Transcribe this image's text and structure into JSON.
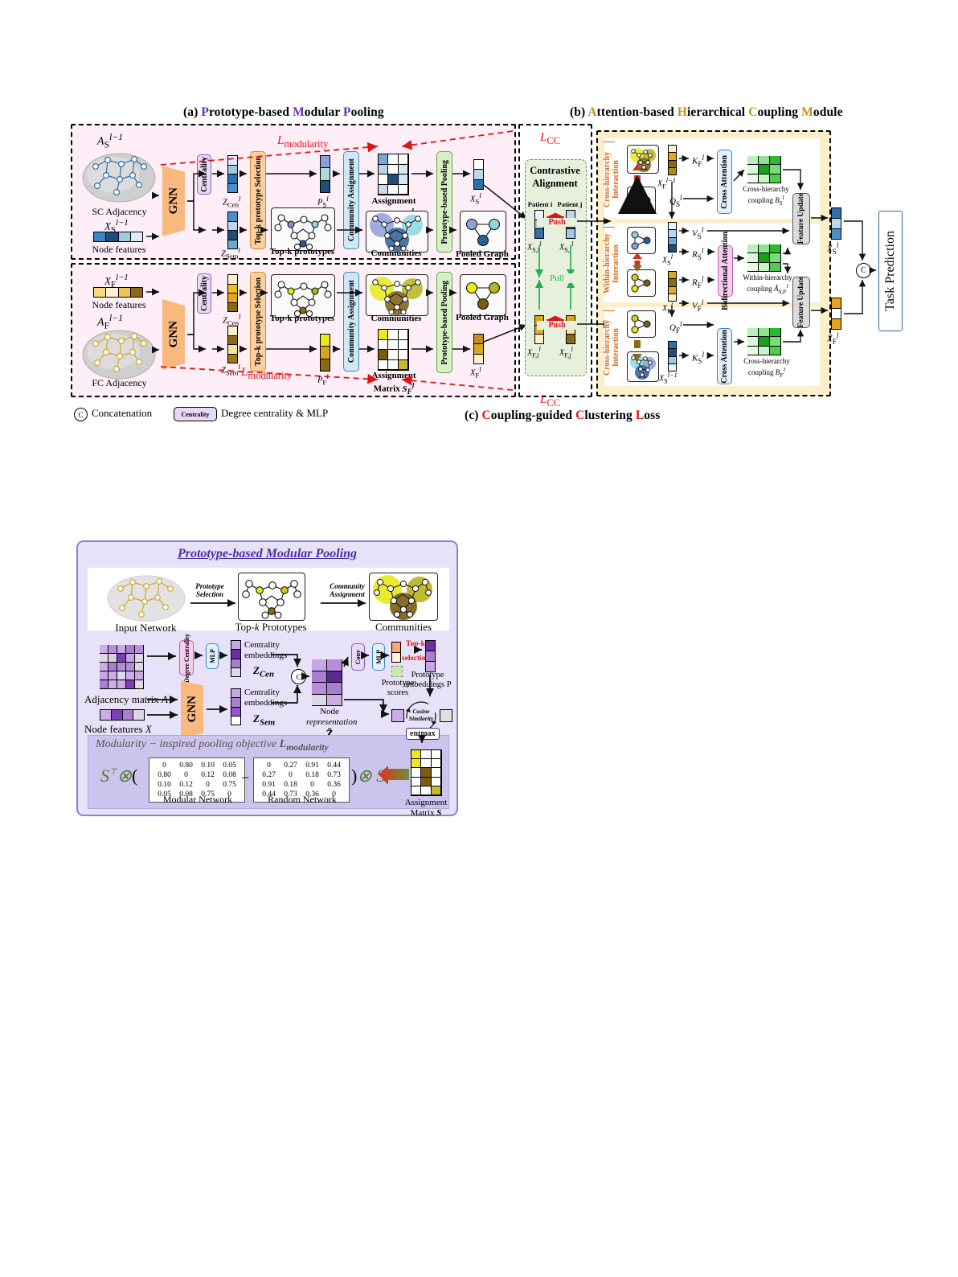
{
  "figure1": {
    "titles": {
      "a": {
        "prefix": "(a) ",
        "parts": [
          "Prototype-based ",
          "Modular ",
          "Pooling"
        ],
        "full": "(a) Prototype-based Modular Pooling"
      },
      "b": {
        "full": "(b) Attention-based Hierarchical Coupling Module"
      },
      "c": {
        "full": "(c) Coupling-guided Clustering Loss"
      }
    },
    "panel_a_sc": {
      "adjacency_label": "SC Adjacency",
      "adjacency_math": "A_S^{l-1}",
      "node_features_label": "Node features",
      "node_features_math": "X_S^{l-1}",
      "gnn": "GNN",
      "centrality": "Centrality",
      "z_cen": "Z_Cen^l",
      "z_sem": "Z_Sem^l",
      "topk_selection": "Top-k prototype Selection",
      "p_vec": "P_S^l",
      "topk_box_label": "Top-k prototypes",
      "community_assignment": "Community Assignment",
      "assignment_matrix_label": "Assignment\nMatrix S_S^l",
      "communities_label": "Communities",
      "pooling": "Prototype-based Pooling",
      "x_out": "X_S^l",
      "pooled_graph_label": "Pooled Graph",
      "loss": "L_modularity"
    },
    "panel_a_fc": {
      "adjacency_label": "FC Adjacency",
      "adjacency_math": "A_F^{l-1}",
      "node_features_label": "Node features",
      "node_features_math": "X_F^{l-1}",
      "gnn": "GNN",
      "centrality": "Centrality",
      "z_cen": "Z_Cen^l",
      "z_sem": "Z_Sem^l",
      "topk_selection": "Top-k prototype Selection",
      "p_vec": "P_F^l",
      "topk_box_label": "Top-k prototypes",
      "community_assignment": "Community Assignment",
      "assignment_matrix_label": "Assignment\nMatrix S_F^l",
      "communities_label": "Communities",
      "pooling": "Prototype-based Pooling",
      "x_out": "X_F^l",
      "pooled_graph_label": "Pooled Graph",
      "loss": "L_modularity"
    },
    "contrastive": {
      "title_line1": "Contrastive",
      "title_line2": "Alignment",
      "patient_i": "Patient i",
      "patient_j": "Patient j",
      "push": "Push",
      "pull": "Pull",
      "x_s_i": "X_{S,i}^l",
      "x_s_j": "X_{S,j}^l",
      "x_f_i": "X_{F,i}^l",
      "x_f_j": "X_{F,j}^l",
      "loss_top": "L_CC",
      "loss_bottom": "L_CC"
    },
    "panel_b": {
      "cross_hierarchy_top": "Cross-hierarchy\nInteraction",
      "within_hierarchy": "Within-hierarchy\nInteraction",
      "cross_hierarchy_bottom": "Cross-hierarchy\nInteraction",
      "k_f": "K_F^l",
      "q_s": "Q_S^l",
      "x_f_prev": "X_F^{l-1}",
      "cross_attention_1": "Cross Attention",
      "coupling_bs_label": "Cross-hierarchy\ncoupling B_S^l",
      "v_s": "V_S^l",
      "r_s": "R_S^l",
      "x_s": "X_S^l",
      "r_f": "R_F^l",
      "v_f": "V_F^l",
      "x_f": "X_F^l",
      "bidirectional_attention": "Bidirectional Attention",
      "coupling_asf_label": "Within-hierarchy\ncoupling Ã_{S,F}^l",
      "q_f": "Q_F^l",
      "k_s": "K_S^l",
      "x_s_prev": "X_S^{l-1}",
      "cross_attention_2": "Cross Attention",
      "coupling_bf_label": "Cross-hierarchy\ncoupling B_F^l",
      "feature_update": "Feature Update",
      "x_tilde_s": "X̃_S^l",
      "x_tilde_f": "X̃_F^l",
      "task_prediction": "Task Prediction",
      "concat_symbol": "C"
    },
    "legend": {
      "concat_symbol": "C",
      "concat_label": "Concatenation",
      "centrality_chip": "Centrality",
      "centrality_label": "Degree centrality & MLP"
    }
  },
  "figure2": {
    "title": "Prototype-based Modular Pooling",
    "top_band": {
      "input_network": "Input Network",
      "arrow1": "Prototype\nSelection",
      "topk_prototypes": "Top-k Prototypes",
      "arrow2": "Community\nAssignment",
      "communities": "Communities"
    },
    "mid_band": {
      "adjacency_label": "Adjacency matrix A",
      "node_features_label": "Node features X",
      "degree_centrality": "Degree Centrality",
      "mlp1": "MLP",
      "cen_emb_line1": "Centrality",
      "cen_emb_line2": "embeddings",
      "z_cen": "Z_Cen",
      "gnn": "GNN",
      "sem_emb_line1": "Centrality",
      "sem_emb_line2": "embeddings",
      "z_sem": "Z_Sem",
      "concat_symbol": "C",
      "node_rep_line1": "Node",
      "node_rep_line2": "representation",
      "node_rep_sym": "Z̃",
      "conv": "Conv",
      "mlp2": "MLP",
      "topk_line1": "Top-k",
      "topk_line2": "selection",
      "prototype_scores_line1": "Prototype",
      "prototype_scores_line2": "scores",
      "prototype_emb_line1": "Prototype",
      "prototype_emb_line2": "embeddings P",
      "cosine_line1": "Cosine",
      "cosine_line2": "Similarity"
    },
    "bottom_band": {
      "objective_title": "Modularity − inspired pooling objective L_modularity",
      "formula_left": "S",
      "formula_left_sup": "⊤",
      "op_kron": "⊗",
      "lparen": "(",
      "minus": "−",
      "rparen": ")",
      "op_kron2": "⊗",
      "formula_right": "S",
      "modular_label": "Modular Network",
      "random_label": "Random Network",
      "entmax": "entmax",
      "assignment_line1": "Assignment",
      "assignment_line2": "Matrix S",
      "modular_matrix": [
        [
          "0",
          "0.80",
          "0.10",
          "0.05"
        ],
        [
          "0.80",
          "0",
          "0.12",
          "0.08"
        ],
        [
          "0.10",
          "0.12",
          "0",
          "0.75"
        ],
        [
          "0.05",
          "0.08",
          "0.75",
          "0"
        ]
      ],
      "random_matrix": [
        [
          "0",
          "0.27",
          "0.91",
          "0.44"
        ],
        [
          "0.27",
          "0",
          "0.18",
          "0.73"
        ],
        [
          "0.91",
          "0.18",
          "0",
          "0.36"
        ],
        [
          "0.44",
          "0.73",
          "0.36",
          "0"
        ]
      ]
    }
  },
  "colors": {
    "purple": "#6a2fae",
    "gold": "#c8920d",
    "red": "#e21313",
    "pink_panel": "#fdeef8",
    "yellow_panel": "#fdefc9",
    "green_panel": "#e7f0dc",
    "sc_blue": "#2d6fae",
    "fc_gold": "#c8920d",
    "green_heat": "#35c23c",
    "fig2_border": "#8f7fd0"
  }
}
